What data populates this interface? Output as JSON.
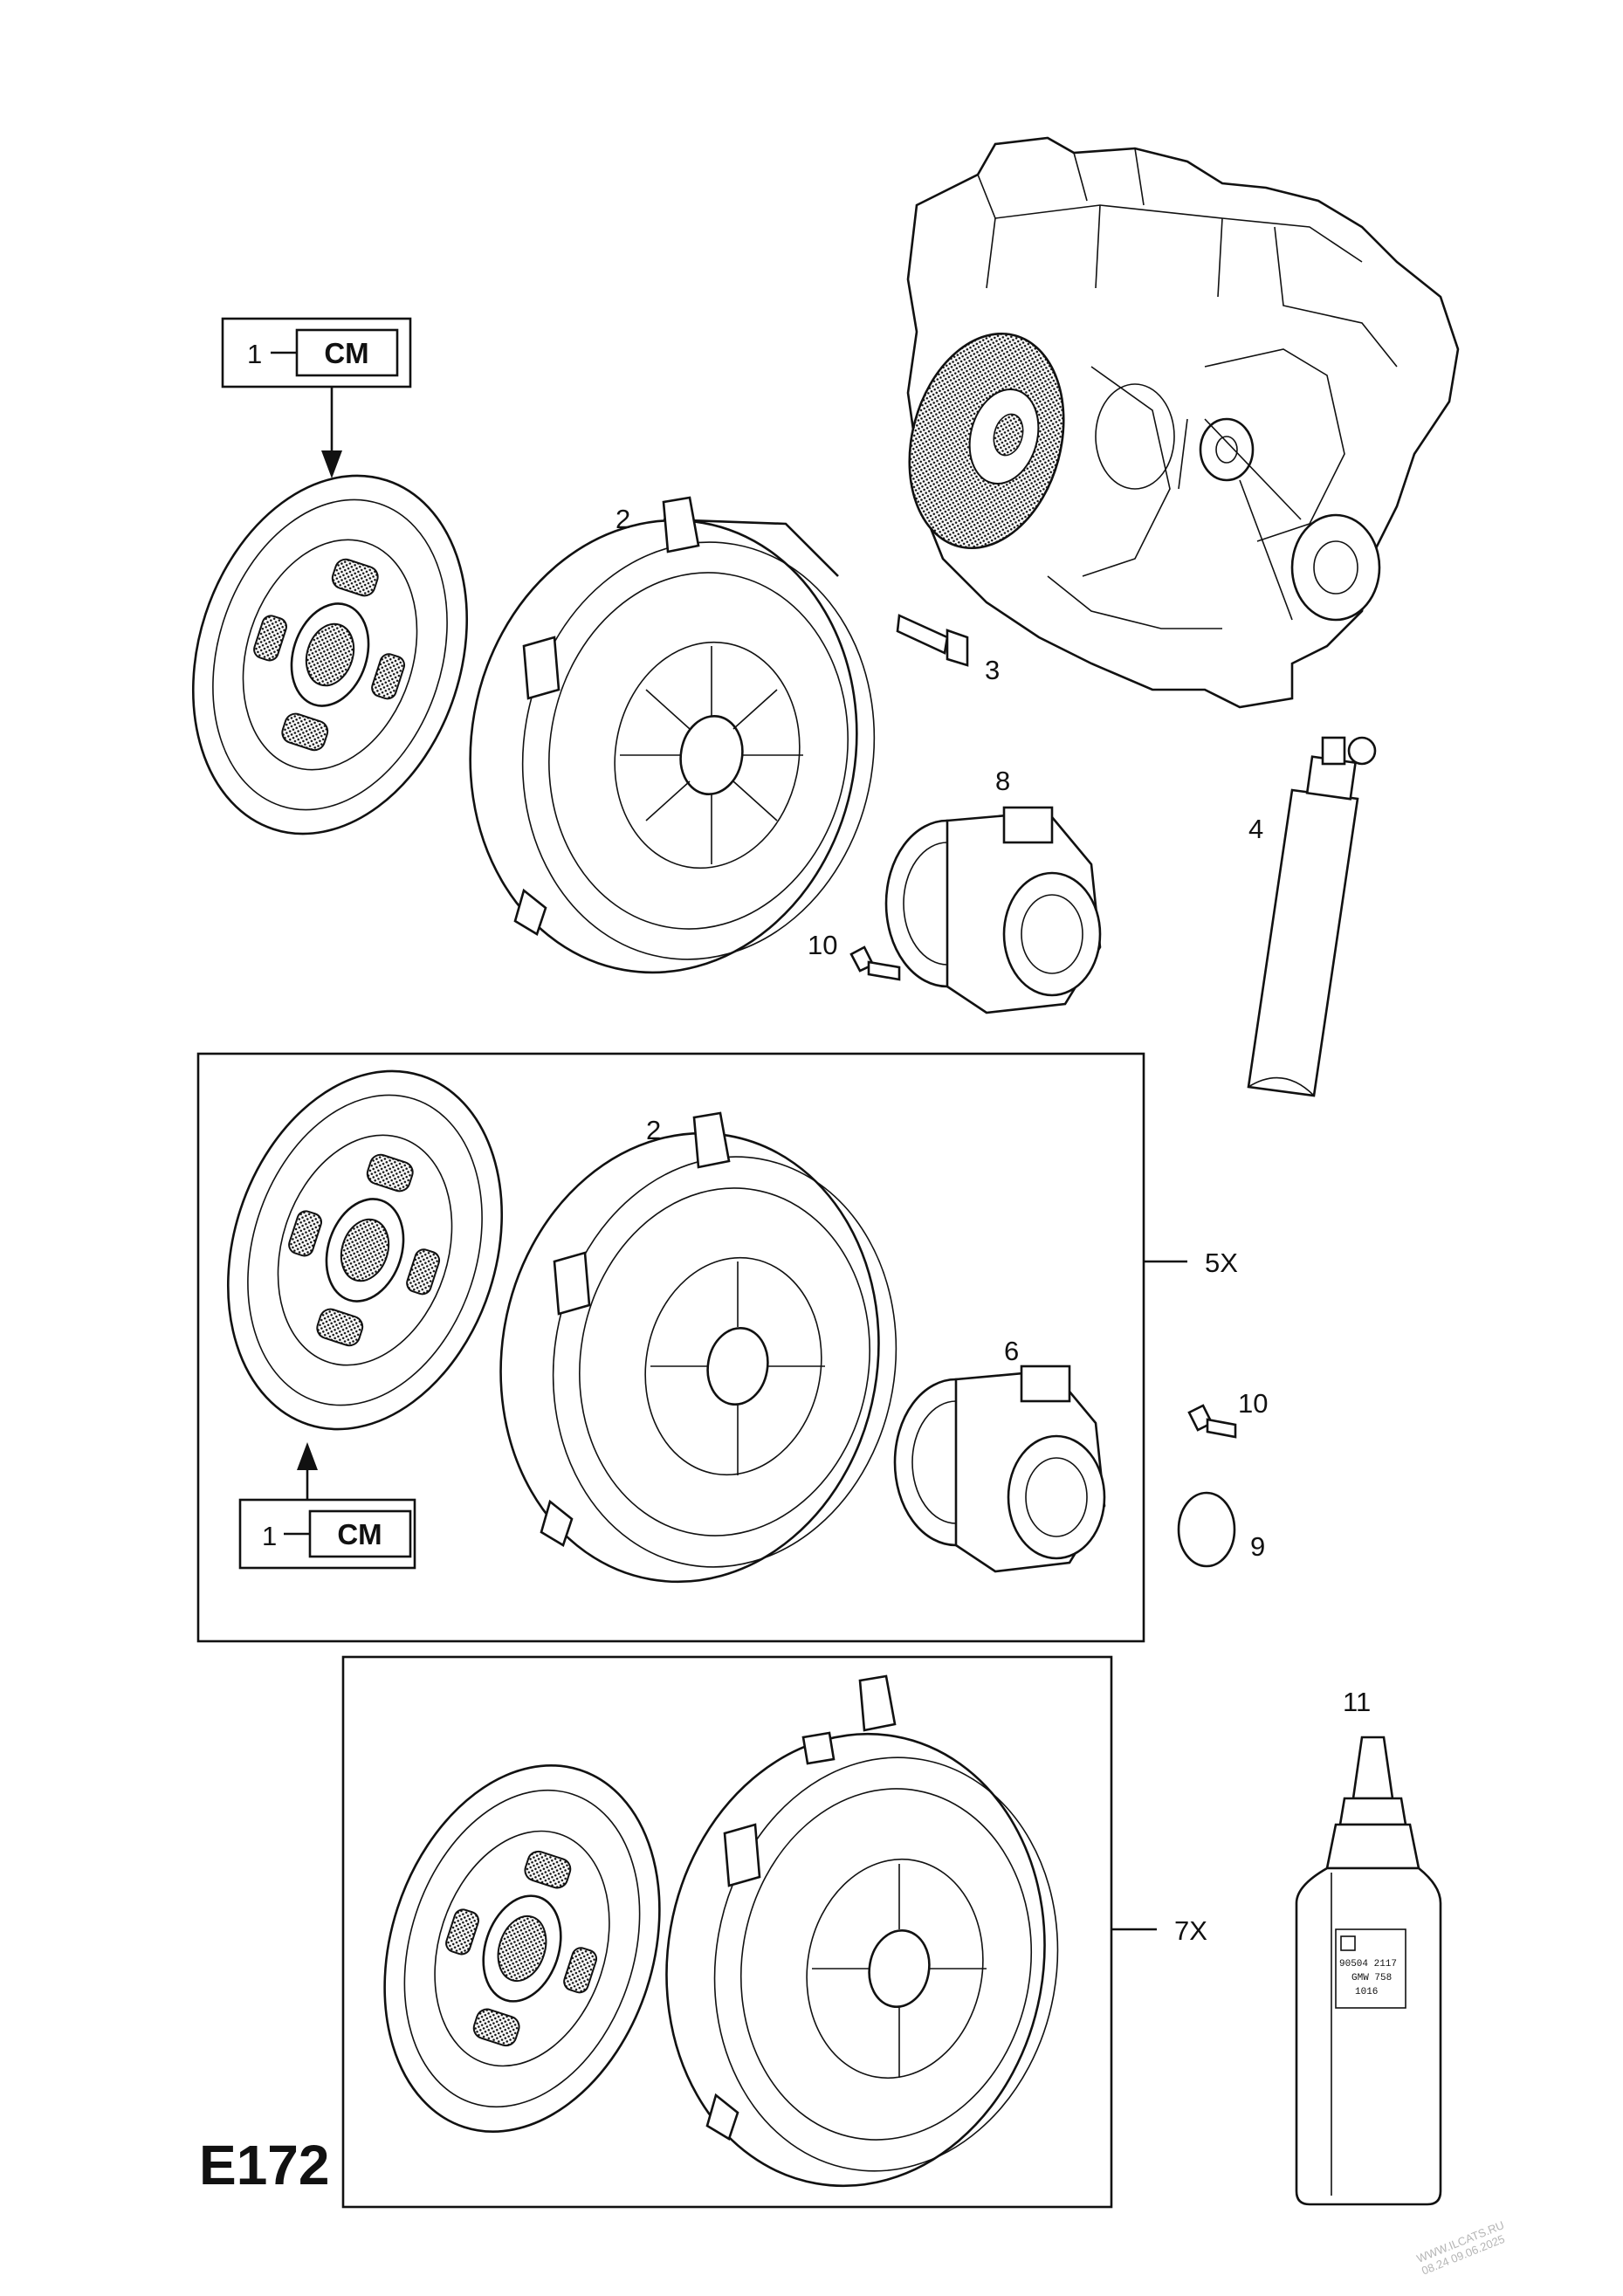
{
  "diagram": {
    "code": "E172",
    "callouts": {
      "disc_top": "1",
      "cover_top": "2",
      "bolt_top": "3",
      "tube": "4",
      "kit_5x": "5X",
      "cover_mid": "2",
      "slave_mid": "6",
      "kit_7x": "7X",
      "slave_top": "8",
      "oring": "9",
      "screw_top": "10",
      "screw_mid": "10",
      "bottle": "11",
      "disc_mid": "1"
    },
    "cm_labels": {
      "top": "CM",
      "mid": "CM"
    },
    "bottle_label": [
      "90504 2117",
      "GMW 758",
      "1016"
    ],
    "watermark": [
      "WWW.ILCATS.RU",
      "08.24 09.06.2025"
    ]
  }
}
